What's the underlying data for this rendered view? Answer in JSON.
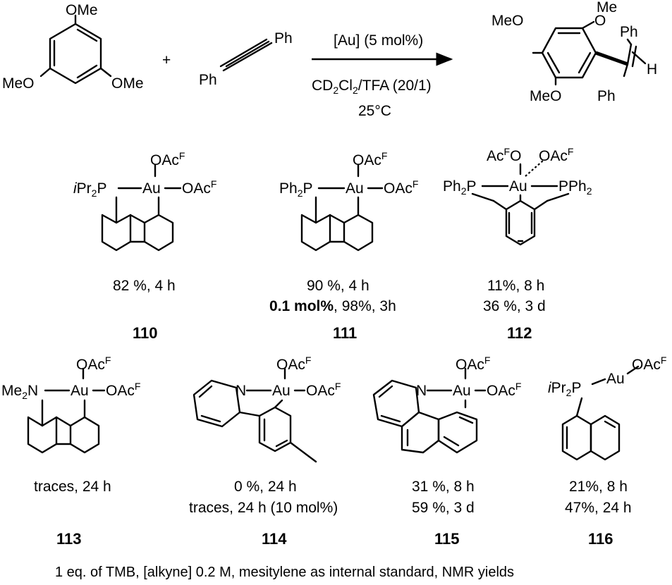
{
  "scheme": {
    "reactant1": {
      "substituents": [
        "OMe",
        "MeO",
        "OMe"
      ]
    },
    "plus": "+",
    "reactant2": {
      "substituents": [
        "Ph",
        "Ph"
      ]
    },
    "conditions": {
      "catalyst": "[Au] (5 mol%)",
      "solvent_cd": "CD",
      "solvent_sub1": "2",
      "solvent_cl": "Cl",
      "solvent_sub2": "2",
      "solvent_rest": "/TFA (20/1)",
      "temperature": "25°C"
    },
    "product": {
      "labels": [
        "MeO",
        "Me",
        "O",
        "Ph",
        "H",
        "MeO",
        "Ph"
      ]
    }
  },
  "atoms": {
    "au": "Au",
    "p": "P",
    "n": "N",
    "o": "O",
    "oac": "OAc",
    "f": "F",
    "ac": "Ac",
    "ipr": "iPr",
    "i": "i",
    "pr": "Pr",
    "ph": "Ph",
    "me": "Me",
    "two": "2"
  },
  "catalysts": [
    {
      "id": "110",
      "yields": [
        "82 %, 4 h"
      ]
    },
    {
      "id": "111",
      "yields": [
        "90 %, 4 h"
      ],
      "highlight_bold": "0.1 mol%",
      "highlight_rest": ", 98%, 3h"
    },
    {
      "id": "112",
      "yields": [
        "11%, 8 h",
        "36 %, 3 d"
      ]
    },
    {
      "id": "113",
      "yields": [
        "traces, 24 h"
      ]
    },
    {
      "id": "114",
      "yields": [
        "0 %, 24 h",
        "traces, 24 h (10 mol%)"
      ]
    },
    {
      "id": "115",
      "yields": [
        "31 %, 8 h",
        "59 %, 3 d"
      ]
    },
    {
      "id": "116",
      "yields": [
        "21%, 8 h",
        "47%, 24 h"
      ]
    }
  ],
  "footnote": "1 eq. of TMB, [alkyne] 0.2 M, mesitylene as internal standard, NMR yields"
}
